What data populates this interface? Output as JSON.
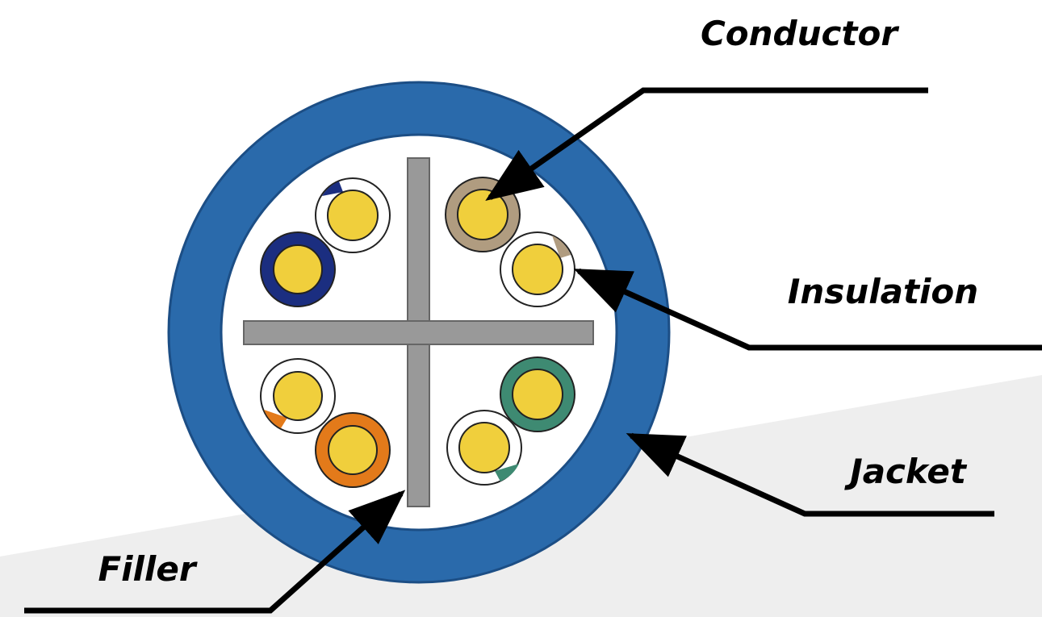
{
  "labels": {
    "conductor": "Conductor",
    "insulation": "Insulation",
    "jacket": "Jacket",
    "filler": "Filler"
  },
  "colors": {
    "background_shade": "#eeeeee",
    "jacket": "#2a6aab",
    "jacket_outline": "#1c4e85",
    "jacket_inner": "#ffffff",
    "filler": "#999999",
    "conductor": "#f0cf3c",
    "pair_brown": "#b09c80",
    "pair_blue": "#1b2e80",
    "pair_orange": "#e37a1a",
    "pair_green": "#3e8a72",
    "leader": "#000000"
  },
  "wire_pairs": [
    {
      "name": "blue",
      "solid_color": "blue",
      "striped_color": "blue"
    },
    {
      "name": "brown",
      "solid_color": "brown",
      "striped_color": "brown"
    },
    {
      "name": "orange",
      "solid_color": "orange",
      "striped_color": "orange"
    },
    {
      "name": "green",
      "solid_color": "green",
      "striped_color": "green"
    }
  ]
}
